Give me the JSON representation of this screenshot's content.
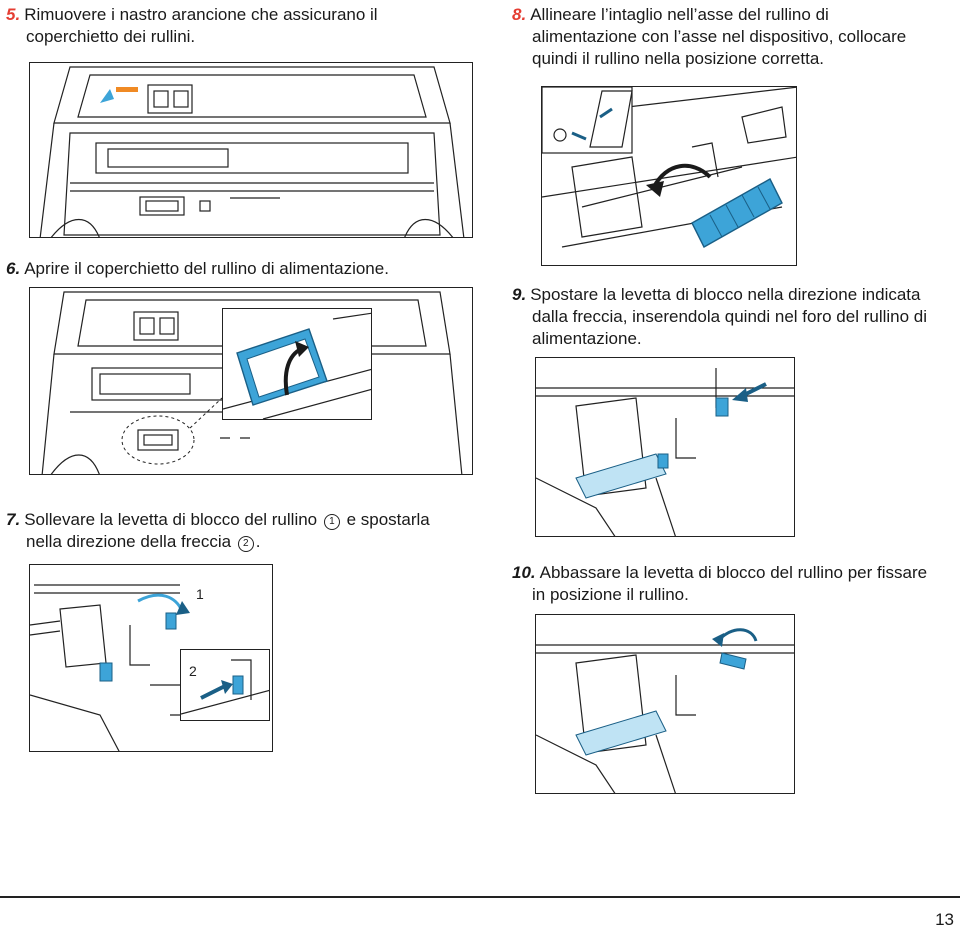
{
  "steps": {
    "s5": {
      "num": "5.",
      "lines": [
        "Rimuovere i nastro arancione che assicurano il",
        "coperchietto dei rullini."
      ]
    },
    "s6": {
      "num": "6.",
      "lines": [
        "Aprire il coperchietto del rullino di alimentazione."
      ]
    },
    "s7": {
      "num": "7.",
      "line1_a": "Sollevare la levetta di blocco del rullino ",
      "mark1": "1",
      "line1_b": " e spostarla",
      "line2_a": "nella direzione della freccia ",
      "mark2": "2",
      "line2_b": "."
    },
    "s8": {
      "num": "8.",
      "lines": [
        "Allineare l’intaglio nell’asse del rullino di",
        "alimentazione con l’asse nel dispositivo, collocare",
        "quindi il rullino nella posizione corretta."
      ]
    },
    "s9": {
      "num": "9.",
      "lines": [
        "Spostare la levetta di blocco nella direzione indicata",
        "dalla freccia, inserendola quindi nel foro del rullino di",
        "alimentazione."
      ]
    },
    "s10": {
      "num": "10.",
      "lines": [
        "Abbassare la levetta di blocco del rullino per fissare",
        "in posizione il rullino."
      ]
    }
  },
  "figure7_callouts": {
    "c1": "1",
    "c2": "2"
  },
  "page_number": "13",
  "colors": {
    "accent_red": "#e53d32",
    "highlight_blue": "#3da4d8",
    "tape_orange": "#f08a24",
    "line": "#222222"
  }
}
